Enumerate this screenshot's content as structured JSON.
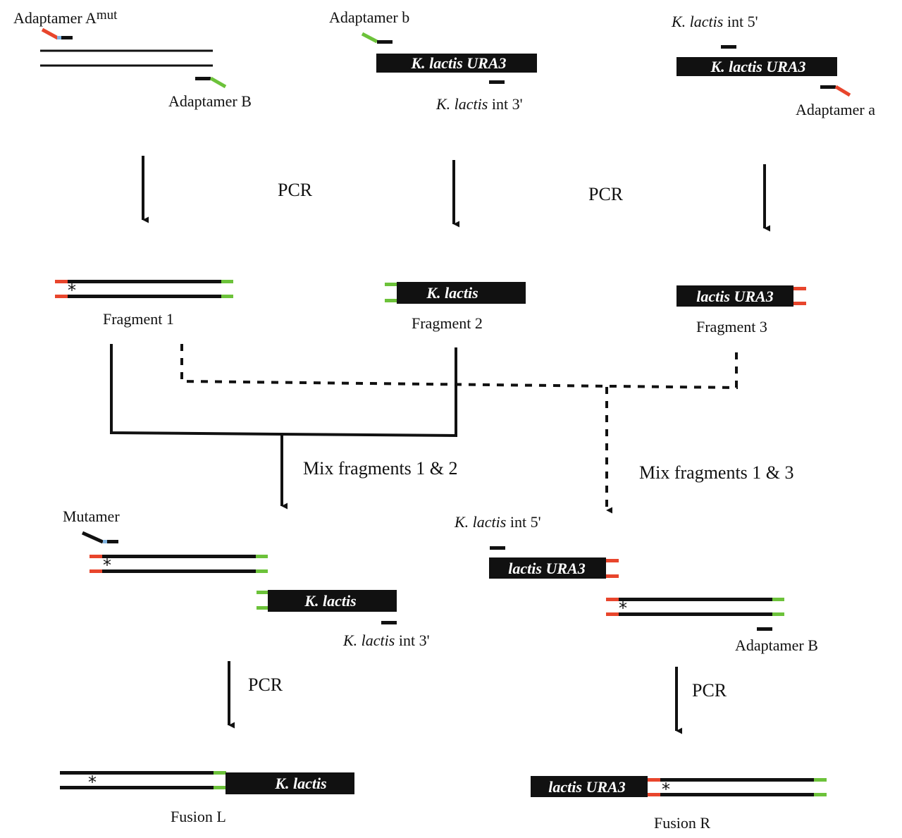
{
  "colors": {
    "strand": "#111111",
    "red_adaptamer": "#e8452c",
    "green_adaptamer": "#6cc23a",
    "blue_tip": "#7fb3e0",
    "background": "#ffffff"
  },
  "top": {
    "adaptamer_A_mut": {
      "main": "Adaptamer A",
      "sup": "mut"
    },
    "adaptamer_B_1": "Adaptamer B",
    "adaptamer_b": "Adaptamer b",
    "gene_ura3_1": "K. lactis URA3",
    "k_lactis_int3_1": {
      "ital": "K. lactis",
      "rest": " int 3'"
    },
    "k_lactis_int5_1": {
      "ital": "K. lactis",
      "rest": " int 5'"
    },
    "gene_ura3_2": "K. lactis URA3",
    "adaptamer_a": "Adaptamer a"
  },
  "pcr_labels": [
    "PCR",
    "PCR",
    "PCR",
    "PCR"
  ],
  "fragments": {
    "fragment_1": "Fragment 1",
    "fragment_2": "Fragment 2",
    "fragment_3": "Fragment 3",
    "gene_k_lactis_f2": "K. lactis",
    "gene_lactis_ura3_f3": "lactis URA3"
  },
  "mix": {
    "mix_12": "Mix fragments 1 & 2",
    "mix_13": "Mix fragments 1 & 3"
  },
  "lower_left": {
    "mutamer": "Mutamer",
    "gene_k_lactis": "K. lactis",
    "k_lactis_int3": {
      "ital": "K. lactis",
      "rest": " int 3'"
    }
  },
  "lower_right": {
    "k_lactis_int5": {
      "ital": "K. lactis",
      "rest": " int 5'"
    },
    "gene_lactis_ura3": "lactis URA3",
    "adaptamer_B": "Adaptamer B"
  },
  "fusions": {
    "fusion_L": "Fusion L",
    "fusion_R": "Fusion R",
    "gene_k_lactis_L": "K. lactis",
    "gene_lactis_ura3_R": "lactis URA3"
  },
  "mutation_mark": "*"
}
